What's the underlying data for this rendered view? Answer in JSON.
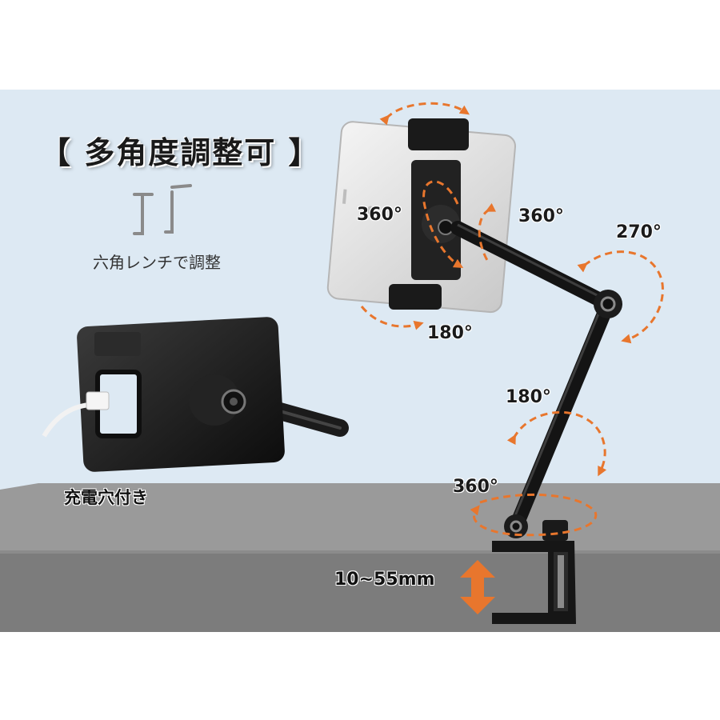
{
  "title": "【 多角度調整可 】",
  "wrench_label": "六角レンチで調整",
  "charging_label": "充電穴付き",
  "thickness_label": "10~55mm",
  "angles": {
    "holder_rotation": "360°",
    "holder_tilt": "180°",
    "joint_swivel": "360°",
    "elbow": "270°",
    "lower_arm": "180°",
    "base_swivel": "360°"
  },
  "colors": {
    "accent": "#e8762d",
    "wall": "#dde9f3",
    "desk_top": "#9a9a9a",
    "desk_front": "#7a7a7a",
    "metal": "#151515"
  },
  "icons": [
    "hex-wrench-icon",
    "charging-cable-icon",
    "double-arrow-icon"
  ]
}
